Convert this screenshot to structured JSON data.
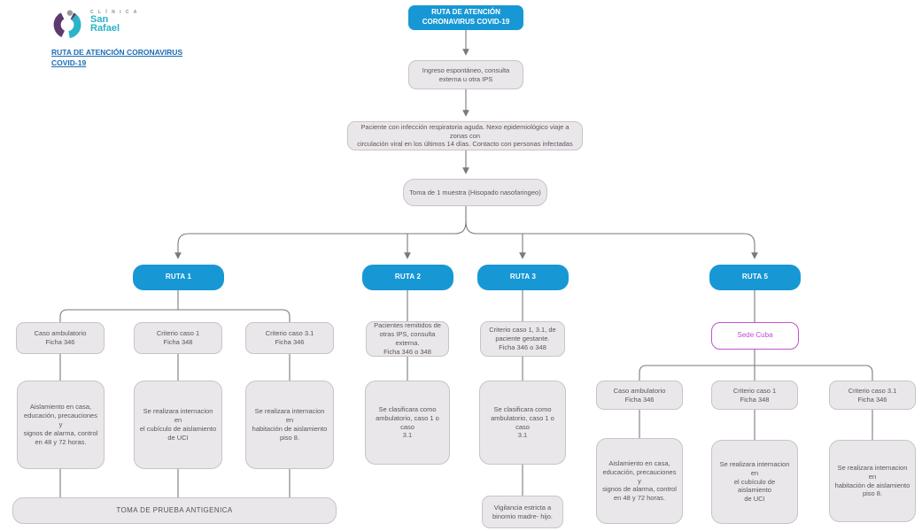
{
  "colors": {
    "primary_blue": "#1798d5",
    "node_gray_fill": "#eae7ea",
    "node_gray_border": "#c8c3c9",
    "connector_gray": "#7a7a7a",
    "magenta_accent": "#c353d0",
    "link_blue": "#1b6cb5",
    "logo_purple": "#5c3a6e",
    "logo_teal": "#2bb4c9"
  },
  "brand": {
    "clinic": "C L Í N I C A",
    "name_top": "San",
    "name_bottom": "Rafael"
  },
  "header": {
    "link_text": "RUTA DE ATENCIÓN CORONAVIRUS COVID-19"
  },
  "flow": {
    "start": "RUTA DE ATENCIÓN\nCORONAVIRUS COVID-19",
    "ingreso": "Ingreso espontáneo, consulta\nexterna u otra IPS",
    "paciente": "Paciente con infección respiratoria aguda. Nexo epidemiológico viaje a zonas con\ncirculación viral en los últimos 14 días. Contacto con personas infectadas",
    "toma": "Toma de 1 muestra (Hisopado nasofaringeo)",
    "ruta1": {
      "label": "RUTA 1",
      "branches": [
        {
          "criteria": "Caso ambulatorio\nFicha 346",
          "action": "Aislamiento en casa,\neducación, precauciones y\nsignos de alarma, control\nen 48 y 72 horas."
        },
        {
          "criteria": "Criterio caso 1\nFicha 348",
          "action": "Se realizara internacion en\nel cubículo de aislamiento\nde UCI"
        },
        {
          "criteria": "Criterio caso 3.1\nFicha 346",
          "action": "Se realizara internacion en\nhabitación de aislamiento\npiso 8."
        }
      ],
      "footer": "TOMA DE PRUEBA ANTIGENICA"
    },
    "ruta2": {
      "label": "RUTA 2",
      "criteria": "Pacientes remitidos de\notras IPS, consulta externa.\nFicha 346 o 348",
      "action": "Se clasificara como\nambulatorio, caso 1 o caso\n3.1"
    },
    "ruta3": {
      "label": "RUTA 3",
      "criteria": "Criterio caso 1, 3.1, de\npaciente gestante.\nFicha 346 o 348",
      "action": "Se clasificara como\nambulatorio, caso 1 o caso\n3.1",
      "footer": "Vigilancia estricta a\nbinomio madre- hijo."
    },
    "ruta5": {
      "label": "RUTA 5",
      "site": "Sede Cuba",
      "branches": [
        {
          "criteria": "Caso ambulatorio\nFicha 346",
          "action": "Aislamiento en casa,\neducación, precauciones y\nsignos de alarma, control\nen 48 y 72 horas."
        },
        {
          "criteria": "Criterio caso 1\nFicha 348",
          "action": "Se realizara internacion en\nel cubículo de aislamiento\nde UCI"
        },
        {
          "criteria": "Criterio caso 3.1\nFicha 346",
          "action": "Se realizara internacion en\nhabitación de aislamiento\npiso 8."
        }
      ]
    }
  }
}
